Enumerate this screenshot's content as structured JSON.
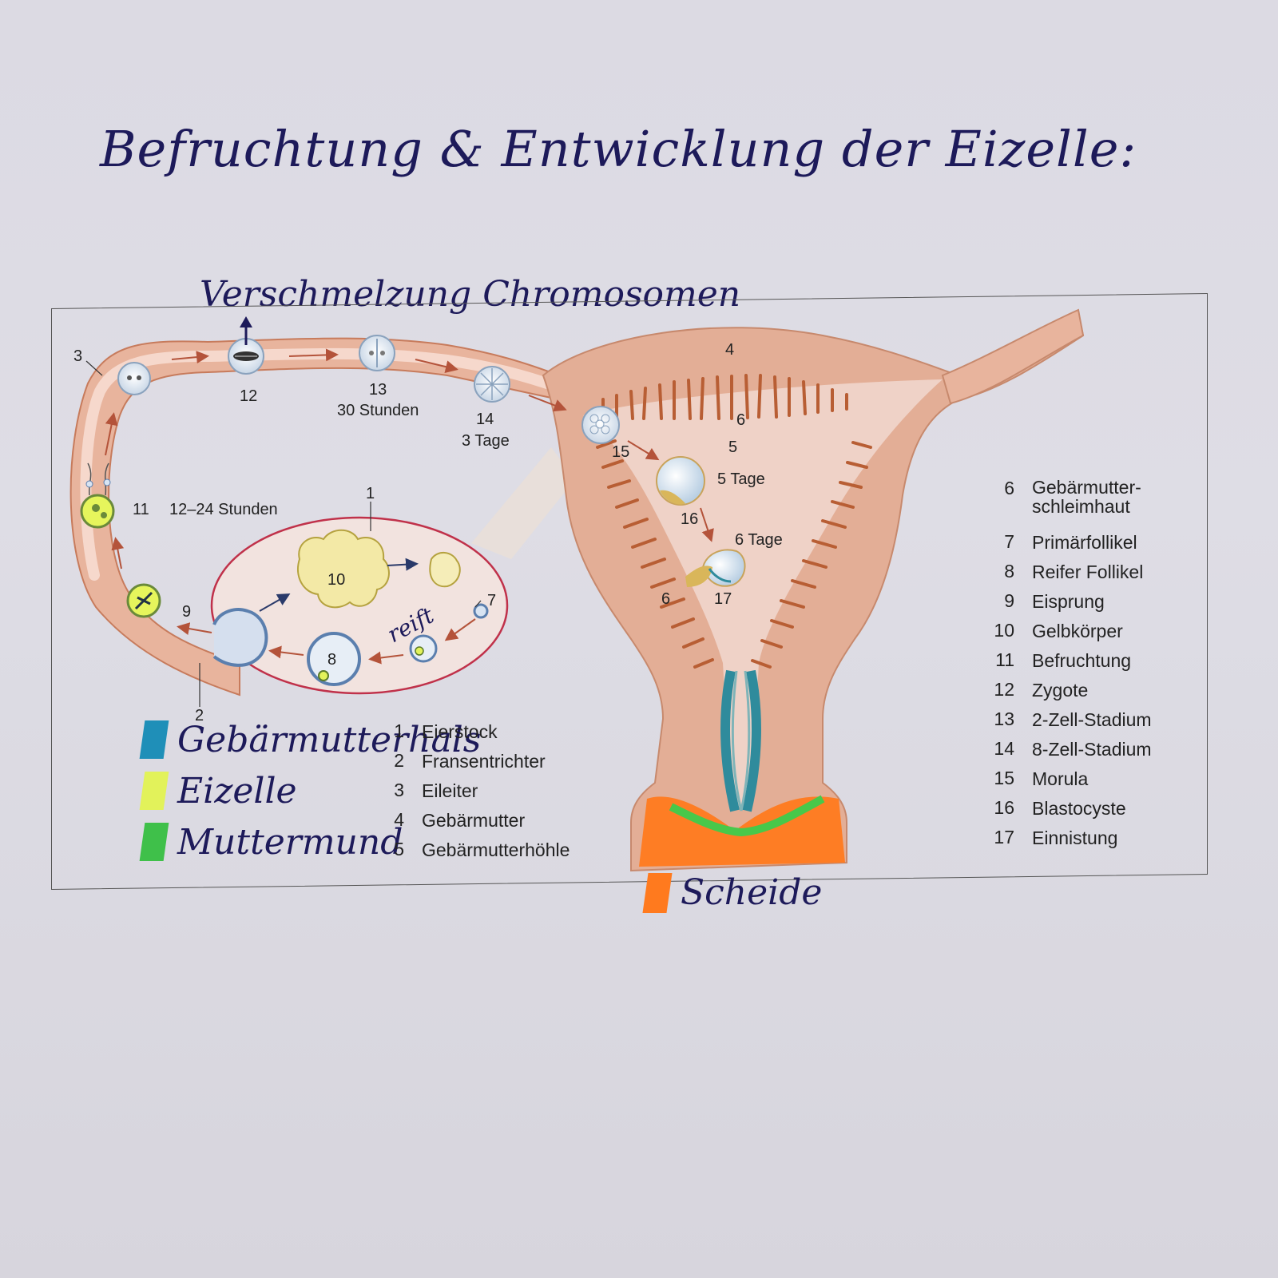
{
  "handwritten": {
    "title": "Befruchtung & Entwicklung der Eizelle:",
    "top_note": "Verschmelzung Chromosomen",
    "reif_note": "reift"
  },
  "diagram_labels": {
    "n1": "1",
    "n2": "2",
    "n3": "3",
    "n4": "4",
    "n5": "5",
    "n6a": "6",
    "n6b": "6",
    "n7": "7",
    "n8": "8",
    "n9": "9",
    "n10": "10",
    "n11": "11",
    "n12": "12",
    "n13": "13",
    "n14": "14",
    "n15": "15",
    "n16": "16",
    "n17": "17",
    "t_12_24": "12–24 Stunden",
    "t_30": "30 Stunden",
    "t_3": "3 Tage",
    "t_5": "5 Tage",
    "t_6": "6 Tage"
  },
  "legend_left": [
    {
      "num": "1",
      "text": "Eierstock"
    },
    {
      "num": "2",
      "text": "Fransentrichter"
    },
    {
      "num": "3",
      "text": "Eileiter"
    },
    {
      "num": "4",
      "text": "Gebärmutter"
    },
    {
      "num": "5",
      "text": "Gebärmutterhöhle"
    }
  ],
  "legend_right": [
    {
      "num": "6",
      "text": "Gebärmutter-\nschleimhaut"
    },
    {
      "num": "7",
      "text": "Primärfollikel"
    },
    {
      "num": "8",
      "text": "Reifer Follikel"
    },
    {
      "num": "9",
      "text": "Eisprung"
    },
    {
      "num": "10",
      "text": "Gelbkörper"
    },
    {
      "num": "11",
      "text": "Befruchtung"
    },
    {
      "num": "12",
      "text": "Zygote"
    },
    {
      "num": "13",
      "text": "2-Zell-Stadium"
    },
    {
      "num": "14",
      "text": "8-Zell-Stadium"
    },
    {
      "num": "15",
      "text": "Morula"
    },
    {
      "num": "16",
      "text": "Blastocyste"
    },
    {
      "num": "17",
      "text": "Einnistung"
    }
  ],
  "color_key": [
    {
      "label": "Gebärmutterhals",
      "color": "#1f8fb8"
    },
    {
      "label": "Eizelle",
      "color": "#e2f25a"
    },
    {
      "label": "Muttermund",
      "color": "#3fc04a"
    }
  ],
  "scheide": {
    "label": "Scheide",
    "color": "#ff7a1e"
  },
  "colors": {
    "tissue": "#e3ae96",
    "tissue_dark": "#c7896d",
    "mucosa": "#b85e34",
    "tube_inner": "#f3d3c7",
    "ovary_outline": "#c0314a",
    "cervix_teal": "#2f8b9c",
    "highlighter_yellow": "#e6f55c",
    "highlighter_green": "#48c84a",
    "highlighter_orange": "#ff7a1e"
  }
}
